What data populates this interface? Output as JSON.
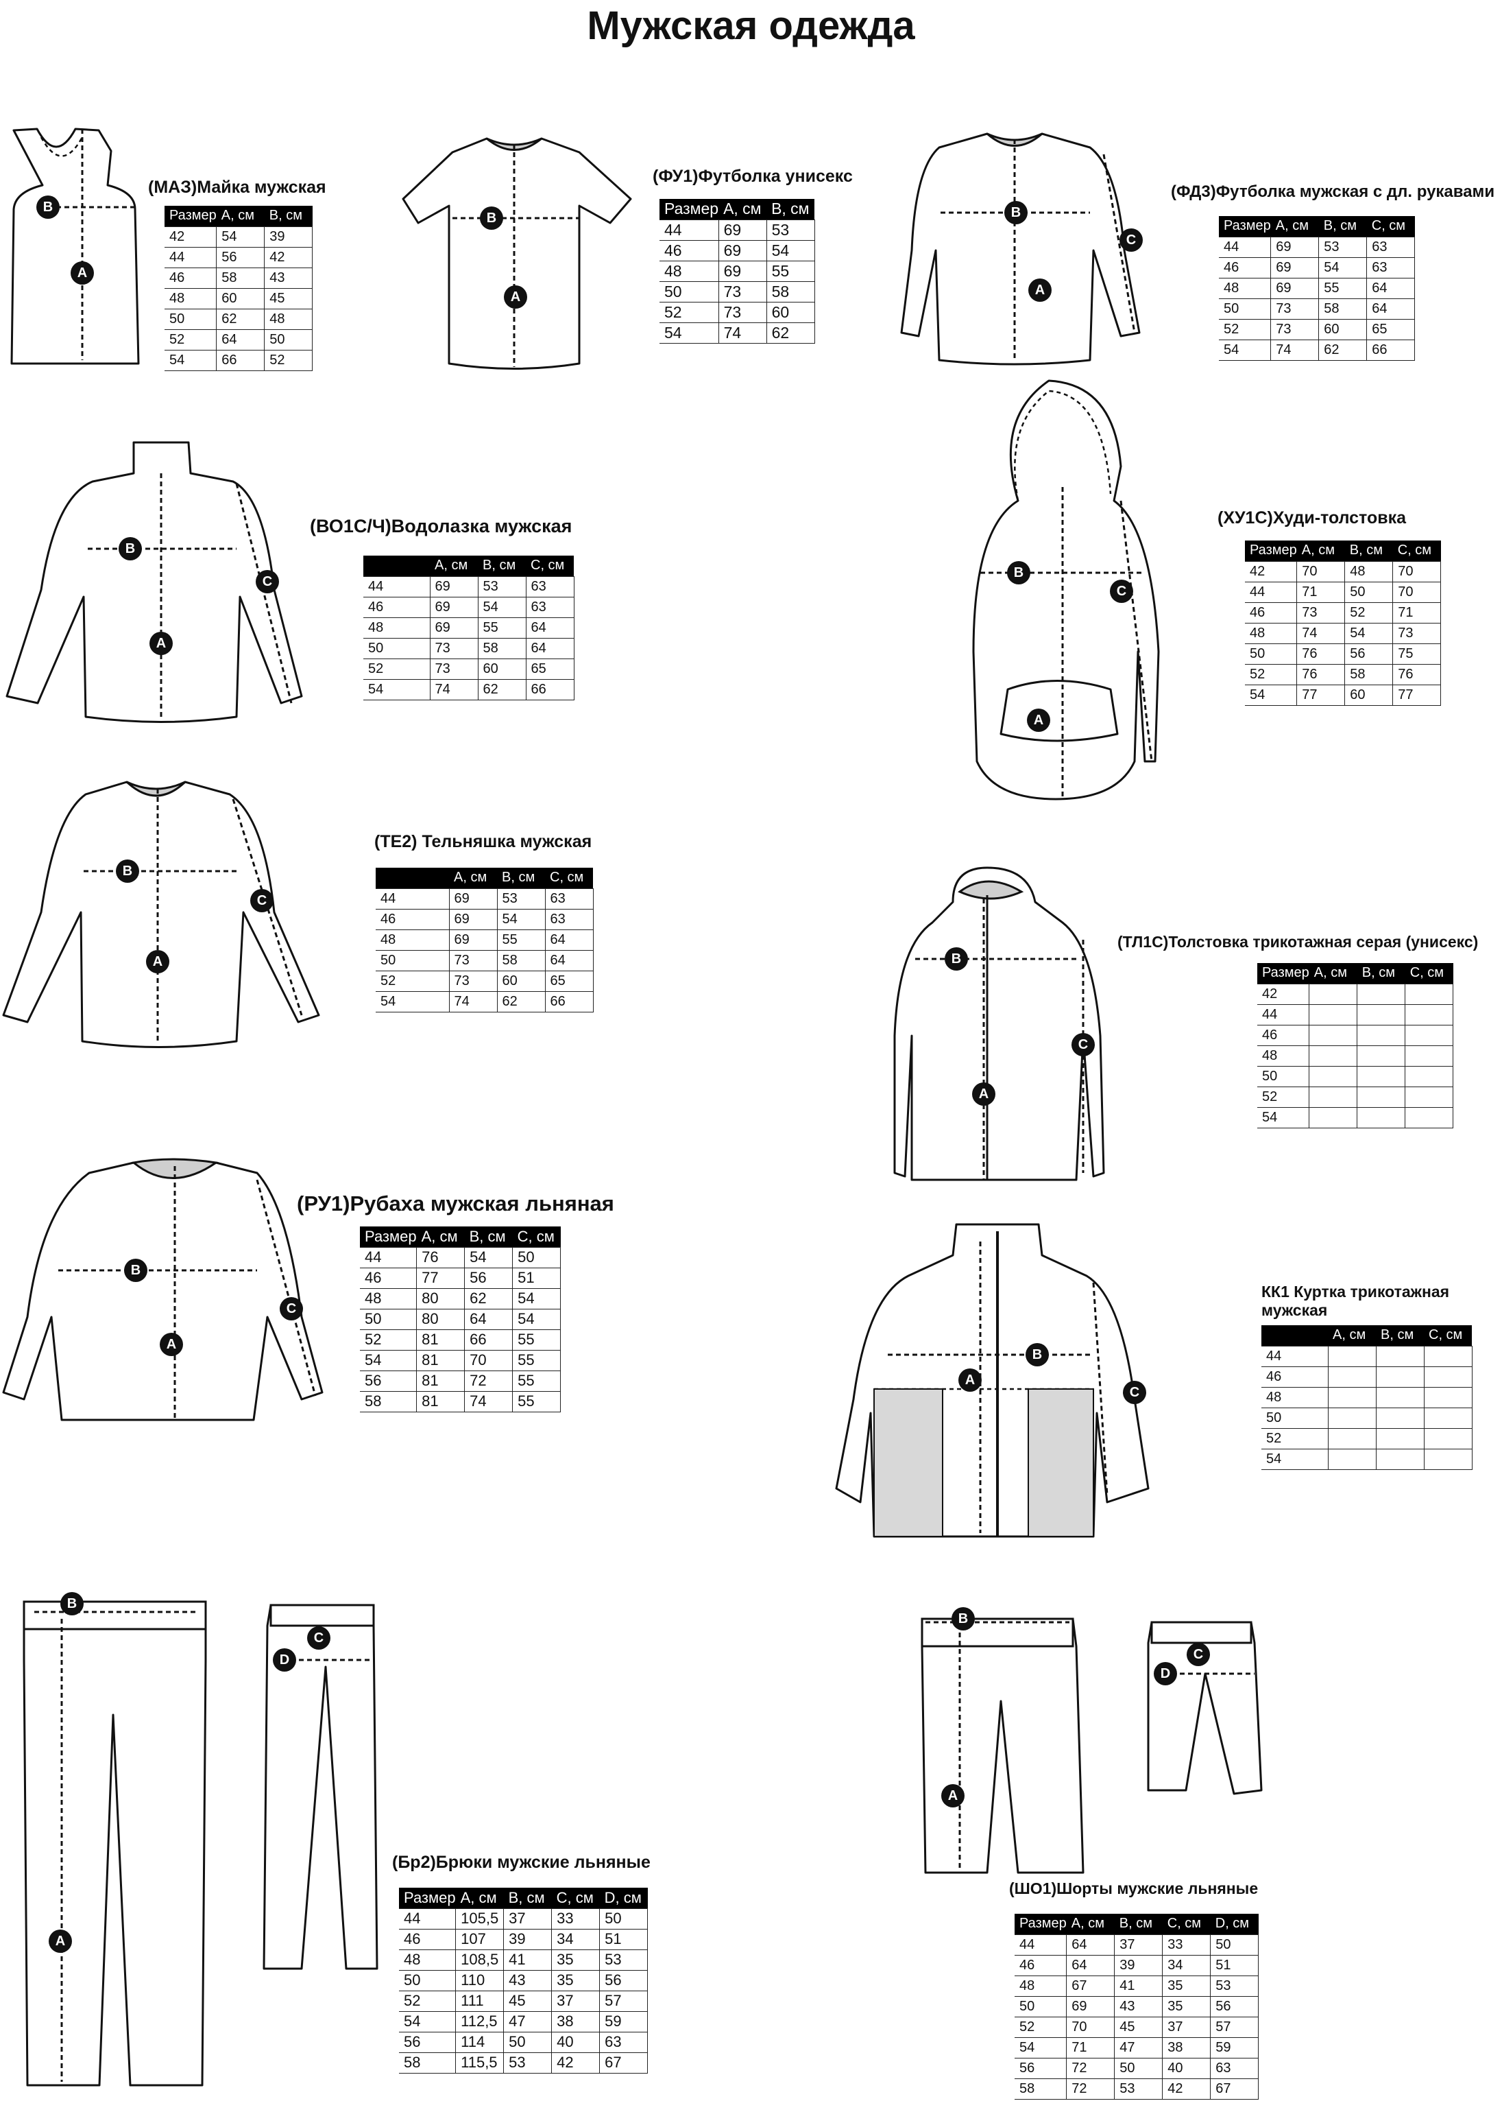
{
  "title": "Мужская одежда",
  "garments": [
    {
      "id": "maz",
      "title": "(МАЗ)Майка мужская",
      "headers": [
        "Размер",
        "A, см",
        "B, см"
      ],
      "rows": [
        [
          "42",
          "54",
          "39"
        ],
        [
          "44",
          "56",
          "42"
        ],
        [
          "46",
          "58",
          "43"
        ],
        [
          "48",
          "60",
          "45"
        ],
        [
          "50",
          "62",
          "48"
        ],
        [
          "52",
          "64",
          "50"
        ],
        [
          "54",
          "66",
          "52"
        ]
      ]
    },
    {
      "id": "fu1",
      "title": "(ФУ1)Футболка унисекс",
      "headers": [
        "Размер",
        "A, см",
        "B, см"
      ],
      "rows": [
        [
          "44",
          "69",
          "53"
        ],
        [
          "46",
          "69",
          "54"
        ],
        [
          "48",
          "69",
          "55"
        ],
        [
          "50",
          "73",
          "58"
        ],
        [
          "52",
          "73",
          "60"
        ],
        [
          "54",
          "74",
          "62"
        ]
      ]
    },
    {
      "id": "fd3",
      "title": "(ФД3)Футболка мужская с дл. рукавами",
      "headers": [
        "Размер",
        "A, см",
        "B, см",
        "C, см"
      ],
      "rows": [
        [
          "44",
          "69",
          "53",
          "63"
        ],
        [
          "46",
          "69",
          "54",
          "63"
        ],
        [
          "48",
          "69",
          "55",
          "64"
        ],
        [
          "50",
          "73",
          "58",
          "64"
        ],
        [
          "52",
          "73",
          "60",
          "65"
        ],
        [
          "54",
          "74",
          "62",
          "66"
        ]
      ]
    },
    {
      "id": "vo1c",
      "title": "(ВО1С/Ч)Водолазка мужская",
      "headers": [
        "",
        "A, см",
        "B, см",
        "C, см"
      ],
      "rows": [
        [
          "44",
          "69",
          "53",
          "63"
        ],
        [
          "46",
          "69",
          "54",
          "63"
        ],
        [
          "48",
          "69",
          "55",
          "64"
        ],
        [
          "50",
          "73",
          "58",
          "64"
        ],
        [
          "52",
          "73",
          "60",
          "65"
        ],
        [
          "54",
          "74",
          "62",
          "66"
        ]
      ]
    },
    {
      "id": "hu1c",
      "title": "(ХУ1С)Худи-толстовка",
      "headers": [
        "Размер",
        "A, см",
        "B, см",
        "C, см"
      ],
      "rows": [
        [
          "42",
          "70",
          "48",
          "70"
        ],
        [
          "44",
          "71",
          "50",
          "70"
        ],
        [
          "46",
          "73",
          "52",
          "71"
        ],
        [
          "48",
          "74",
          "54",
          "73"
        ],
        [
          "50",
          "76",
          "56",
          "75"
        ],
        [
          "52",
          "76",
          "58",
          "76"
        ],
        [
          "54",
          "77",
          "60",
          "77"
        ]
      ]
    },
    {
      "id": "te2",
      "title": "(ТЕ2) Тельняшка мужская",
      "headers": [
        "",
        "A, см",
        "B, см",
        "C, см"
      ],
      "rows": [
        [
          "44",
          "69",
          "53",
          "63"
        ],
        [
          "46",
          "69",
          "54",
          "63"
        ],
        [
          "48",
          "69",
          "55",
          "64"
        ],
        [
          "50",
          "73",
          "58",
          "64"
        ],
        [
          "52",
          "73",
          "60",
          "65"
        ],
        [
          "54",
          "74",
          "62",
          "66"
        ]
      ]
    },
    {
      "id": "tl1c",
      "title": "(ТЛ1С)Толстовка трикотажная серая (унисекс)",
      "headers": [
        "Размер",
        "A, см",
        "B, см",
        "C, см"
      ],
      "rows": [
        [
          "42",
          "",
          "",
          ""
        ],
        [
          "44",
          "",
          "",
          ""
        ],
        [
          "46",
          "",
          "",
          ""
        ],
        [
          "48",
          "",
          "",
          ""
        ],
        [
          "50",
          "",
          "",
          ""
        ],
        [
          "52",
          "",
          "",
          ""
        ],
        [
          "54",
          "",
          "",
          ""
        ]
      ]
    },
    {
      "id": "ru1",
      "title": "(РУ1)Рубаха мужская льняная",
      "headers": [
        "Размер",
        "A, см",
        "B, см",
        "C, см"
      ],
      "rows": [
        [
          "44",
          "76",
          "54",
          "50"
        ],
        [
          "46",
          "77",
          "56",
          "51"
        ],
        [
          "48",
          "80",
          "62",
          "54"
        ],
        [
          "50",
          "80",
          "64",
          "54"
        ],
        [
          "52",
          "81",
          "66",
          "55"
        ],
        [
          "54",
          "81",
          "70",
          "55"
        ],
        [
          "56",
          "81",
          "72",
          "55"
        ],
        [
          "58",
          "81",
          "74",
          "55"
        ]
      ]
    },
    {
      "id": "kk1",
      "title": "КК1 Куртка трикотажная мужская",
      "headers": [
        "",
        "A, см",
        "B, см",
        "C, см"
      ],
      "rows": [
        [
          "44",
          "",
          "",
          ""
        ],
        [
          "46",
          "",
          "",
          ""
        ],
        [
          "48",
          "",
          "",
          ""
        ],
        [
          "50",
          "",
          "",
          ""
        ],
        [
          "52",
          "",
          "",
          ""
        ],
        [
          "54",
          "",
          "",
          ""
        ]
      ]
    },
    {
      "id": "br2",
      "title": "(Бр2)Брюки  мужские льняные",
      "headers": [
        "Размер",
        "A, см",
        "B, см",
        "C, см",
        "D, см"
      ],
      "rows": [
        [
          "44",
          "105,5",
          "37",
          "33",
          "50"
        ],
        [
          "46",
          "107",
          "39",
          "34",
          "51"
        ],
        [
          "48",
          "108,5",
          "41",
          "35",
          "53"
        ],
        [
          "50",
          "110",
          "43",
          "35",
          "56"
        ],
        [
          "52",
          "111",
          "45",
          "37",
          "57"
        ],
        [
          "54",
          "112,5",
          "47",
          "38",
          "59"
        ],
        [
          "56",
          "114",
          "50",
          "40",
          "63"
        ],
        [
          "58",
          "115,5",
          "53",
          "42",
          "67"
        ]
      ]
    },
    {
      "id": "sho1",
      "title": "(ШО1)Шорты мужские льняные",
      "headers": [
        "Размер",
        "A, см",
        "B, см",
        "C, см",
        "D, см"
      ],
      "rows": [
        [
          "44",
          "64",
          "37",
          "33",
          "50"
        ],
        [
          "46",
          "64",
          "39",
          "34",
          "51"
        ],
        [
          "48",
          "67",
          "41",
          "35",
          "53"
        ],
        [
          "50",
          "69",
          "43",
          "35",
          "56"
        ],
        [
          "52",
          "70",
          "45",
          "37",
          "57"
        ],
        [
          "54",
          "71",
          "47",
          "38",
          "59"
        ],
        [
          "56",
          "72",
          "50",
          "40",
          "63"
        ],
        [
          "58",
          "72",
          "53",
          "42",
          "67"
        ]
      ]
    }
  ],
  "markers": {
    "a": "A",
    "b": "B",
    "c": "C",
    "d": "D"
  }
}
